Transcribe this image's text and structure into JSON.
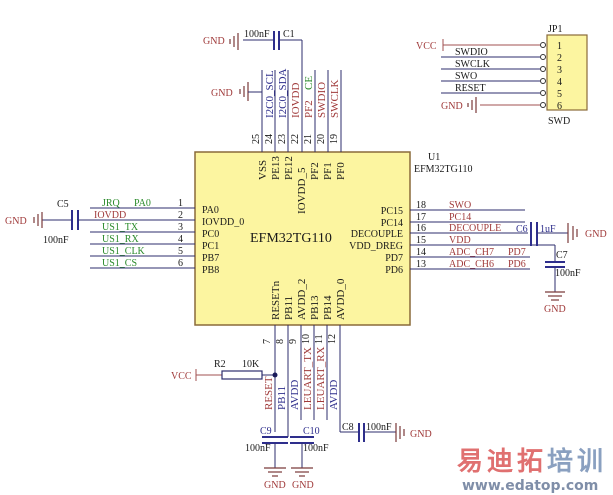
{
  "chip": {
    "ref": "U1",
    "part": "EFM32TG110",
    "center_label": "EFM32TG110",
    "body_color": "#fcf5a0",
    "left_pins": [
      {
        "num": "1",
        "name": "PA0",
        "net": "JRQ",
        "net2": "PA0",
        "net_color": "green"
      },
      {
        "num": "2",
        "name": "IOVDD_0",
        "net": "IOVDD",
        "net_color": "red"
      },
      {
        "num": "3",
        "name": "PC0",
        "net": "US1_TX",
        "net_color": "green"
      },
      {
        "num": "4",
        "name": "PC1",
        "net": "US1_RX",
        "net_color": "green"
      },
      {
        "num": "5",
        "name": "PB7",
        "net": "US1_CLK",
        "net_color": "green"
      },
      {
        "num": "6",
        "name": "PB8",
        "net": "US1_CS",
        "net_color": "green"
      }
    ],
    "right_pins": [
      {
        "num": "18",
        "name": "PC15",
        "net": "SWO",
        "net_color": "red"
      },
      {
        "num": "17",
        "name": "PC14",
        "net": "PC14",
        "net_color": "red"
      },
      {
        "num": "16",
        "name": "DECOUPLE",
        "net": "DECOUPLE",
        "net_color": "red"
      },
      {
        "num": "15",
        "name": "VDD_DREG",
        "net": "VDD",
        "net_color": "red"
      },
      {
        "num": "14",
        "name": "PD7",
        "net": "ADC_CH7",
        "net2": "PD7",
        "net_color": "red"
      },
      {
        "num": "13",
        "name": "PD6",
        "net": "ADC_CH6",
        "net2": "PD6",
        "net_color": "red"
      }
    ],
    "top_pins": [
      {
        "num": "25",
        "name": "VSS",
        "net": ""
      },
      {
        "num": "24",
        "name": "PE13",
        "net": "I2C0_SCL",
        "net_color": "blue"
      },
      {
        "num": "23",
        "name": "PE12",
        "net": "I2C0_SDA",
        "net_color": "blue"
      },
      {
        "num": "22",
        "name": "IOVDD_5",
        "net": "IOVDD",
        "net_color": "red"
      },
      {
        "num": "21",
        "name": "PF2",
        "net": "PF2",
        "net2": "CE",
        "net_color": "red",
        "net2_color": "green"
      },
      {
        "num": "20",
        "name": "PF1",
        "net": "SWDIO",
        "net_color": "red"
      },
      {
        "num": "19",
        "name": "PF0",
        "net": "SWCLK",
        "net_color": "red"
      }
    ],
    "bottom_pins": [
      {
        "num": "7",
        "name": "RESETn",
        "net": "RESET",
        "net_color": "red"
      },
      {
        "num": "8",
        "name": "PB11",
        "net": "PB11",
        "net_color": "navy"
      },
      {
        "num": "9",
        "name": "AVDD_2",
        "net": "AVDD",
        "net_color": "navy"
      },
      {
        "num": "10",
        "name": "PB13",
        "net": "LEUART_TX",
        "net_color": "red"
      },
      {
        "num": "11",
        "name": "PB14",
        "net": "LEUART_RX",
        "net_color": "red"
      },
      {
        "num": "12",
        "name": "AVDD_0",
        "net": "AVDD",
        "net_color": "navy"
      }
    ]
  },
  "connector": {
    "ref": "JP1",
    "label": "SWD",
    "pins": [
      {
        "num": "1",
        "net": "VCC"
      },
      {
        "num": "2",
        "net": "SWDIO"
      },
      {
        "num": "3",
        "net": "SWCLK"
      },
      {
        "num": "4",
        "net": "SWO"
      },
      {
        "num": "5",
        "net": "RESET"
      },
      {
        "num": "6",
        "net": "GND"
      }
    ]
  },
  "components": {
    "C1": {
      "ref": "C1",
      "value": "100nF"
    },
    "C5": {
      "ref": "C5",
      "value": "100nF"
    },
    "C6": {
      "ref": "C6",
      "value": "1uF"
    },
    "C7": {
      "ref": "C7",
      "value": "100nF"
    },
    "C8": {
      "ref": "C8",
      "value": "100nF"
    },
    "C9": {
      "ref": "C9",
      "value": "100nF"
    },
    "C10": {
      "ref": "C10",
      "value": "100nF"
    },
    "R2": {
      "ref": "R2",
      "value": "10K"
    }
  },
  "power": {
    "gnd": "GND",
    "vcc": "VCC"
  },
  "watermark": {
    "chars": [
      "易",
      "迪",
      "拓",
      "培",
      "训"
    ],
    "colors": [
      "#e07070",
      "#e07070",
      "#e07070",
      "#8aa0c0",
      "#8aa0c0"
    ],
    "url": "www.edatop.com"
  }
}
